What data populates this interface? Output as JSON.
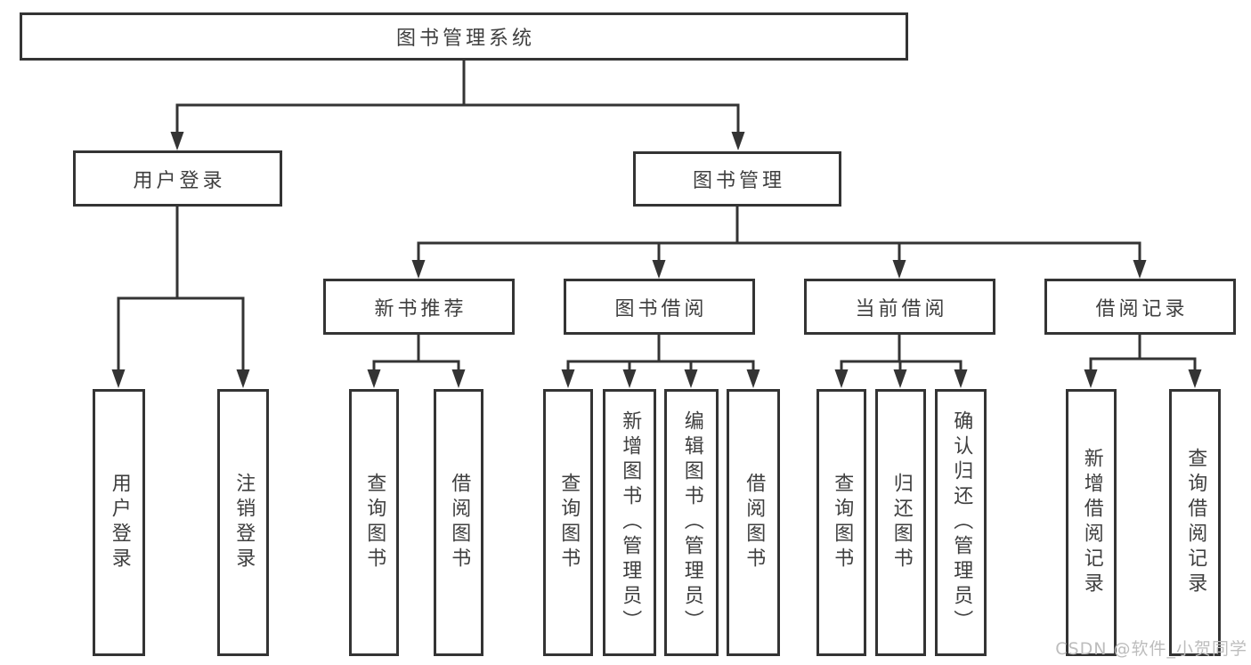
{
  "diagram": {
    "root": {
      "label": "图书管理系统"
    },
    "branches": [
      {
        "label": "用户登录",
        "children": [
          {
            "label": "用户登录"
          },
          {
            "label": "注销登录"
          }
        ]
      },
      {
        "label": "图书管理",
        "children": [
          {
            "label": "新书推荐",
            "children": [
              {
                "label": "查询图书"
              },
              {
                "label": "借阅图书"
              }
            ]
          },
          {
            "label": "图书借阅",
            "children": [
              {
                "label": "查询图书"
              },
              {
                "label": "新增图书（管理员）"
              },
              {
                "label": "编辑图书（管理员）"
              },
              {
                "label": "借阅图书"
              }
            ]
          },
          {
            "label": "当前借阅",
            "children": [
              {
                "label": "查询图书"
              },
              {
                "label": "归还图书"
              },
              {
                "label": "确认归还（管理员）"
              }
            ]
          },
          {
            "label": "借阅记录",
            "children": [
              {
                "label": "新增借阅记录"
              },
              {
                "label": "查询借阅记录"
              }
            ]
          }
        ]
      }
    ]
  },
  "watermark": {
    "text": "CSDN @软件_小贺同学"
  },
  "colors": {
    "line": "#343434",
    "text": "#3f3f3f",
    "watermark": "#bdbdbd",
    "background": "#ffffff"
  }
}
